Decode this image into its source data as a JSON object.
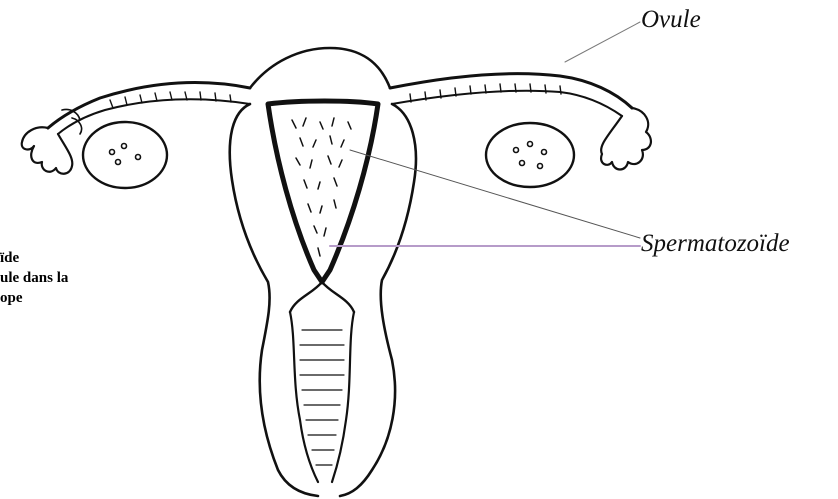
{
  "labels": {
    "ovule": "Ovule",
    "spermatozoide": "Spermatozoïde"
  },
  "caption": {
    "line1": "ïde",
    "line2": "ule dans la",
    "line3": "ope"
  },
  "colors": {
    "ink": "#111111",
    "pointer_line": "#7a7a7a",
    "highlight_line": "#b69bc9"
  }
}
